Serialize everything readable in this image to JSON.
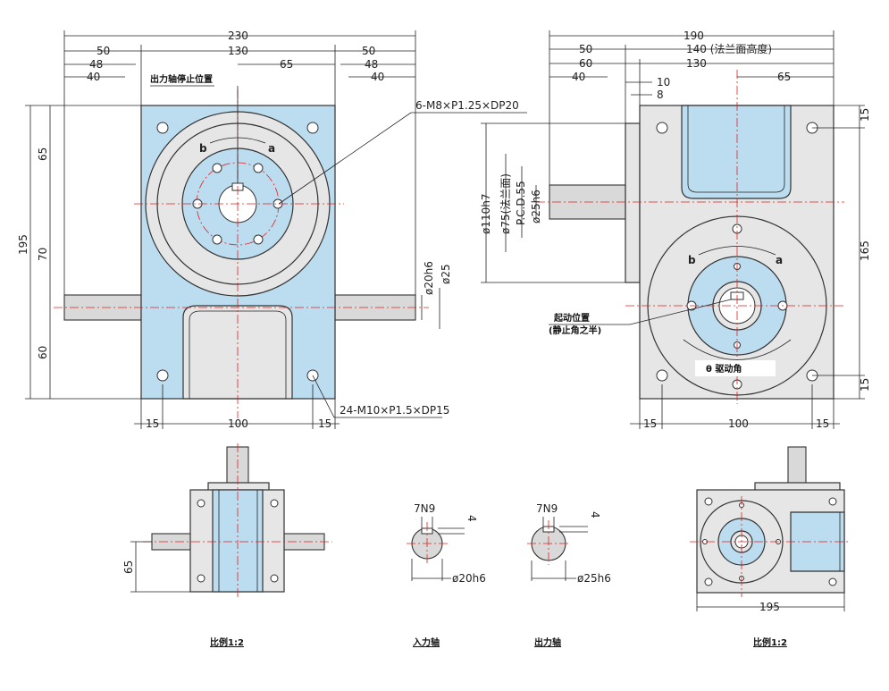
{
  "front_view": {
    "dims": {
      "overall_width": "230",
      "left_50": "50",
      "left_48": "48",
      "left_40": "40",
      "mid_130": "130",
      "mid_65": "65",
      "right_50": "50",
      "right_48": "48",
      "right_40": "40",
      "height_195": "195",
      "v_65": "65",
      "v_70": "70",
      "v_60": "60",
      "bottom_15_left": "15",
      "bottom_100": "100",
      "bottom_15_right": "15",
      "shaft_20h6": "ø20h6",
      "shaft_25": "ø25"
    },
    "labels": {
      "output_stop": "出力轴停止位置",
      "thread_top": "6-M8×P1.25×DP20",
      "thread_bottom": "24-M10×P1.5×DP15",
      "dir_b": "b",
      "dir_a": "a"
    }
  },
  "side_view": {
    "dims": {
      "overall_190": "190",
      "top_50": "50",
      "top_140": "140 (法兰面高度)",
      "top_60": "60",
      "top_130": "130",
      "top_40": "40",
      "top_10": "10",
      "top_8": "8",
      "top_65": "65",
      "right_15_top": "15",
      "right_165": "165",
      "right_15_bottom": "15",
      "dia_110h7": "ø110h7",
      "dia_75": "ø75(法兰面)",
      "pcd55": "P.C.D.55",
      "dia_25h6": "ø25h6",
      "bottom_15_left": "15",
      "bottom_100": "100",
      "bottom_15_right": "15"
    },
    "labels": {
      "start_pos_1": "起动位置",
      "start_pos_2": "(静止角之半)",
      "drive_angle": "θ 驱动角",
      "dir_b": "b",
      "dir_a": "a"
    }
  },
  "small_views": {
    "scale_left": "比例1:2",
    "input_shaft": "入力轴",
    "output_shaft": "出力轴",
    "scale_right": "比例1:2",
    "left_65": "65",
    "in_key": "7N9",
    "in_depth": "4",
    "in_dia": "ø20h6",
    "out_key": "7N9",
    "out_depth": "4",
    "out_dia": "ø25h6",
    "right_195": "195"
  }
}
